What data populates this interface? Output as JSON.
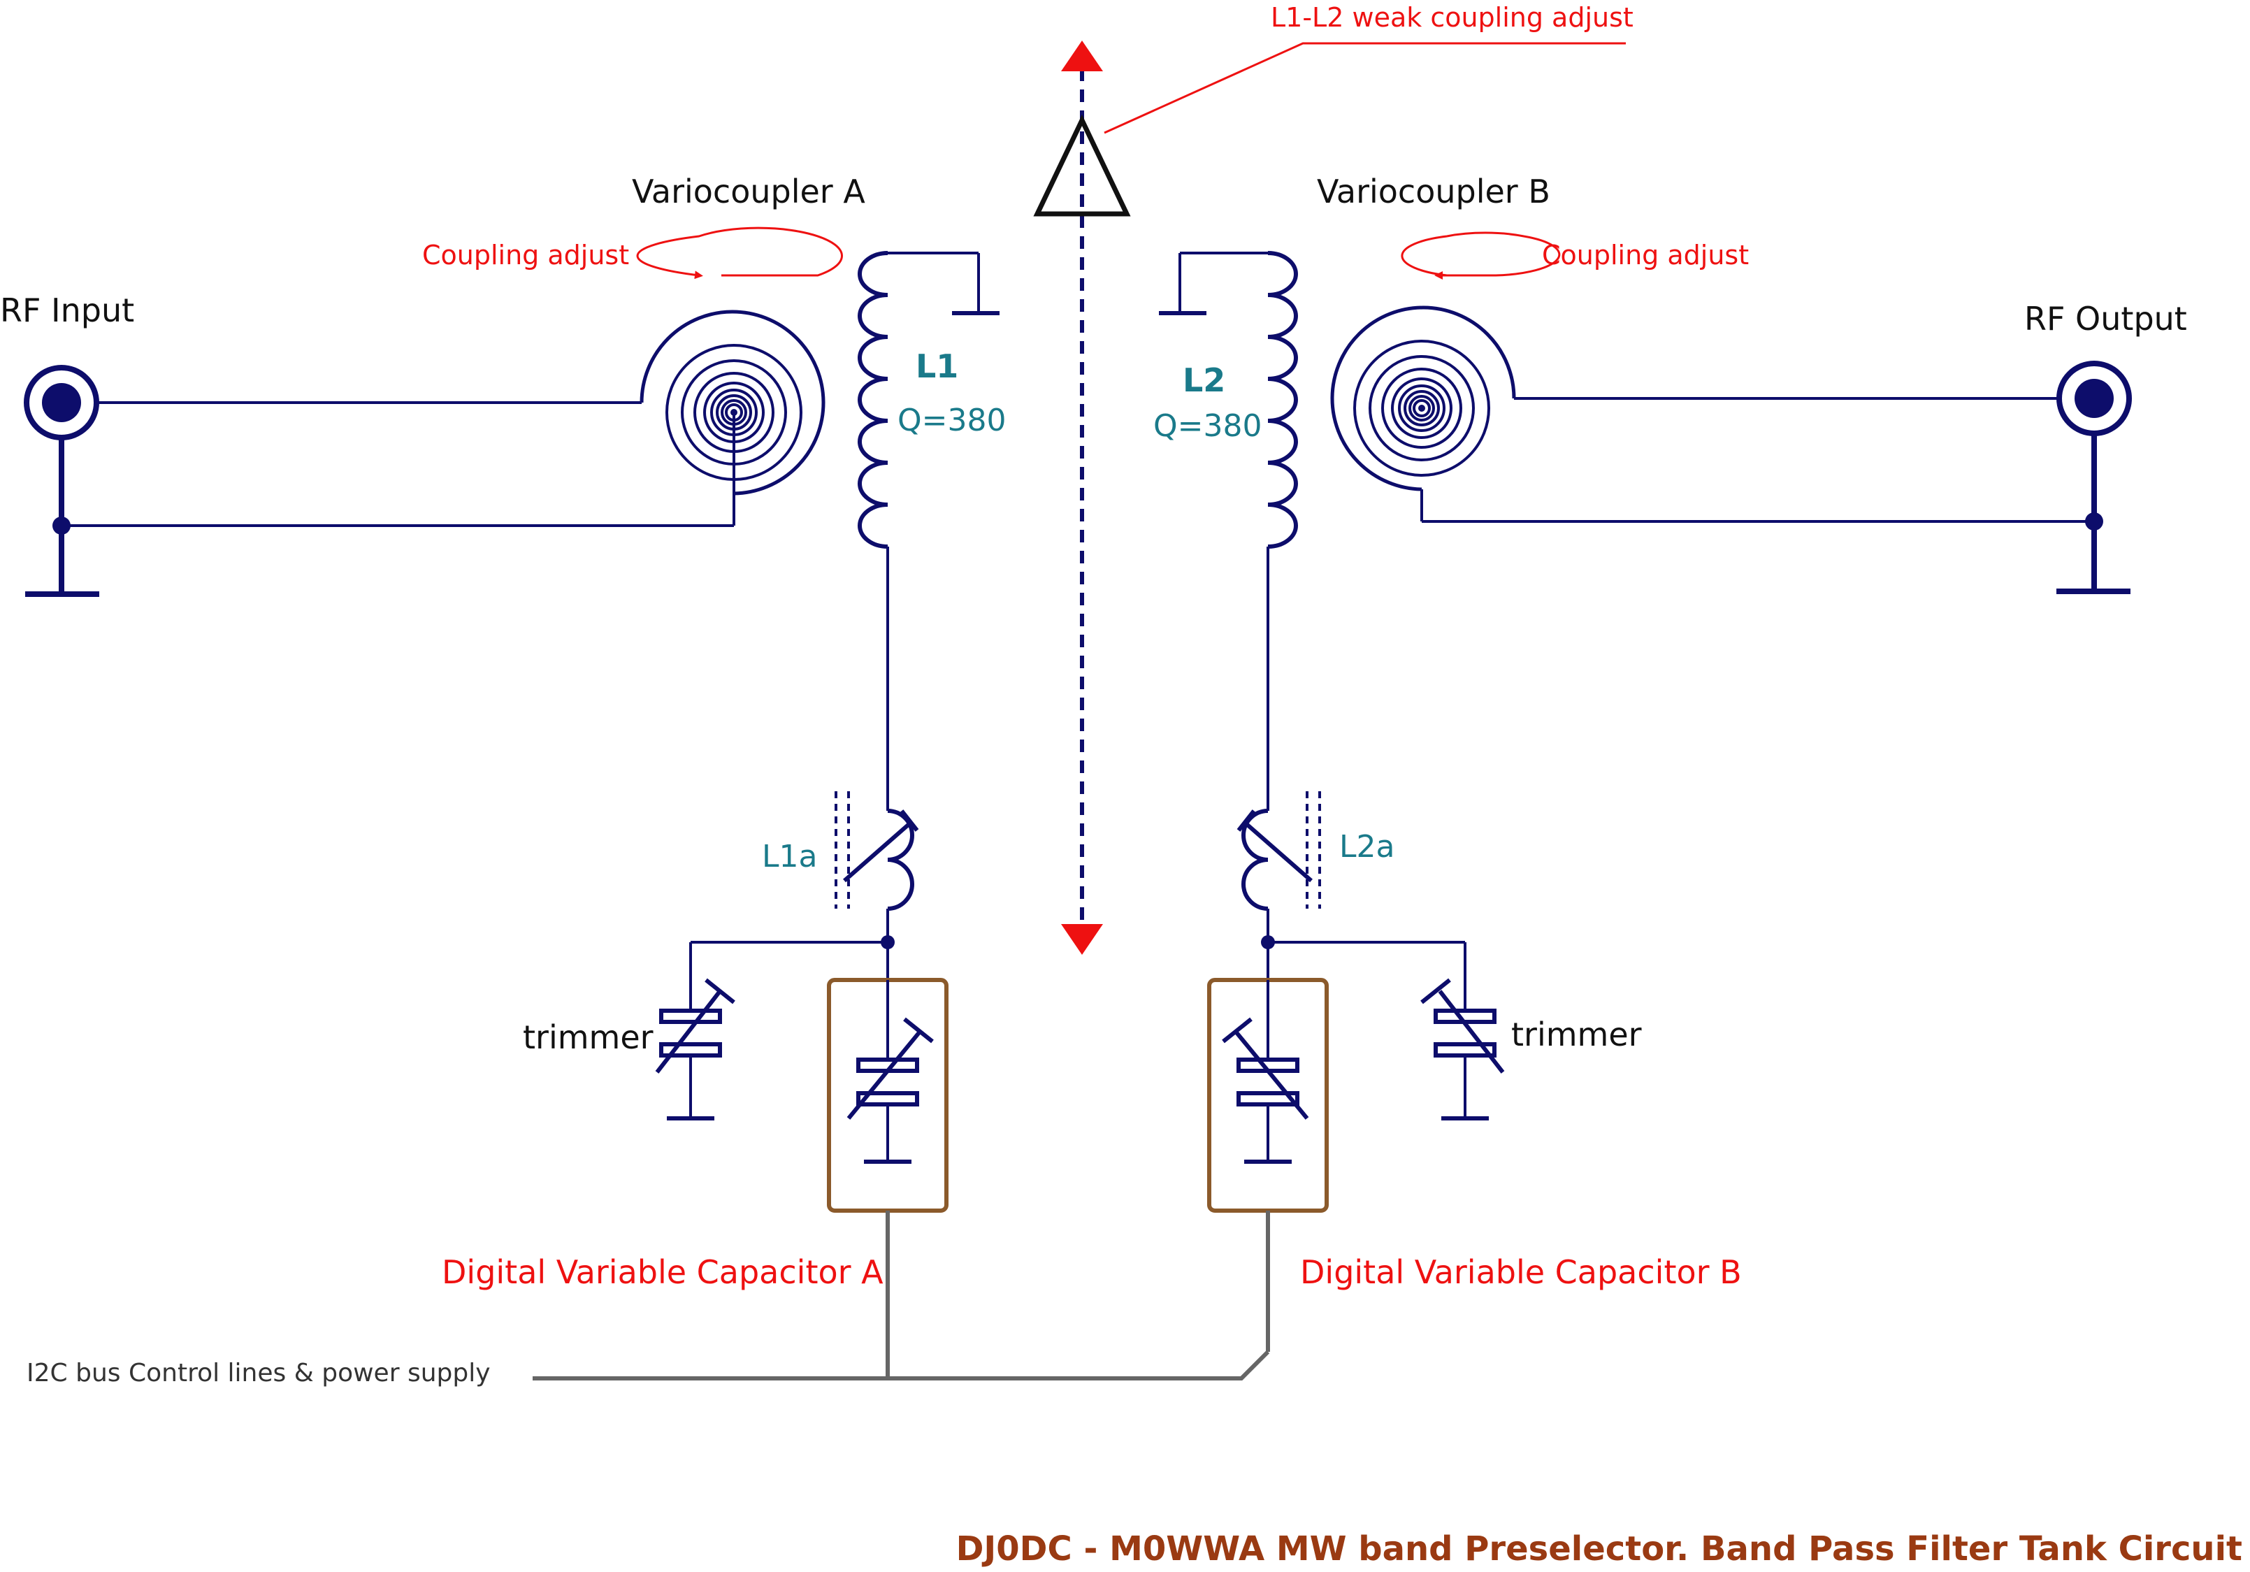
{
  "labels": {
    "rf_input": "RF Input",
    "rf_output": "RF Output",
    "variocoupler_a": "Variocoupler A",
    "variocoupler_b": "Variocoupler B",
    "coupling_adjust_left": "Coupling adjust",
    "coupling_adjust_right": "Coupling adjust",
    "weak_coupling": "L1-L2 weak coupling adjust",
    "l1_name": "L1",
    "l1_q": "Q=380",
    "l2_name": "L2",
    "l2_q": "Q=380",
    "l1a": "L1a",
    "l2a": "L2a",
    "trimmer_left": "trimmer",
    "trimmer_right": "trimmer",
    "dvc_a": "Digital Variable Capacitor A",
    "dvc_b": "Digital Variable Capacitor B",
    "i2c_bus": "I2C bus Control lines & power supply",
    "footer_title": "DJ0DC - M0WWA  MW band Preselector. Band Pass Filter Tank Circuit"
  },
  "colors": {
    "wire": "#0d0d6b",
    "annotation": "#ee1111",
    "component_label": "#1a7a8a",
    "capacitor_box": "#8b5a2b",
    "bus": "#666666",
    "footer": "#9a3a12",
    "text": "#111111"
  }
}
